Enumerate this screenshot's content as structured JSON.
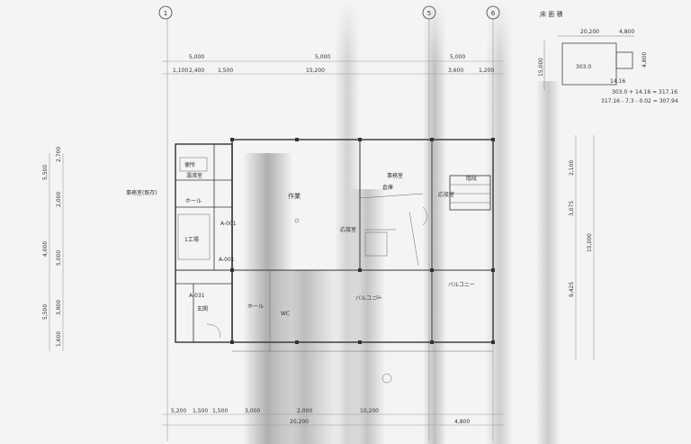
{
  "grid_markers": [
    "1",
    "5",
    "6"
  ],
  "area_title": "床 面 積",
  "top_dims": {
    "row1": [
      "5,000",
      "5,000",
      "5,000"
    ],
    "row1_total": "15,200",
    "row2": [
      "1,100",
      "2,400",
      "1,500",
      "3,600",
      "1,200"
    ]
  },
  "left_dims": {
    "outer": [
      "5,500",
      "4,000",
      "5,500"
    ],
    "inner": [
      "2,700",
      "2,000",
      "5,000",
      "3,900",
      "1,600"
    ]
  },
  "right_dims": [
    "2,100",
    "3,075",
    "9,425"
  ],
  "right_total": "15,000",
  "bottom_dims": [
    "5,200",
    "1,500",
    "1,500",
    "3,000",
    "2,000",
    "10,200"
  ],
  "bottom_total": "20,200",
  "bottom_right": "4,800",
  "inset": {
    "top_dims": [
      "20,200",
      "4,800"
    ],
    "side_dims": [
      "15,000",
      "4,800"
    ],
    "area_mark": "303.0",
    "notes": [
      "14.16",
      "303.0 + 14.16 = 317.16",
      "317.16 - 7.3 - 0.02 = 307.94"
    ]
  },
  "rooms": {
    "office_upper": "事務室",
    "storage": "倉庫",
    "hall": "作業",
    "reception": "応接室",
    "wc": "便所",
    "label_left": "事務室(既存)",
    "corridor": "ホール",
    "stair": "階段",
    "balcony": "バルコニー",
    "porch": "ホール",
    "area_a1": "A-001",
    "area_a2": "A-001",
    "area_a3": "A-031",
    "room_small1": "WC",
    "room_small2": "湯沸室",
    "room_mid": "1工場",
    "room_r1": "応接室",
    "room_r2": "玄関",
    "label_big_right": "バルコニー"
  }
}
